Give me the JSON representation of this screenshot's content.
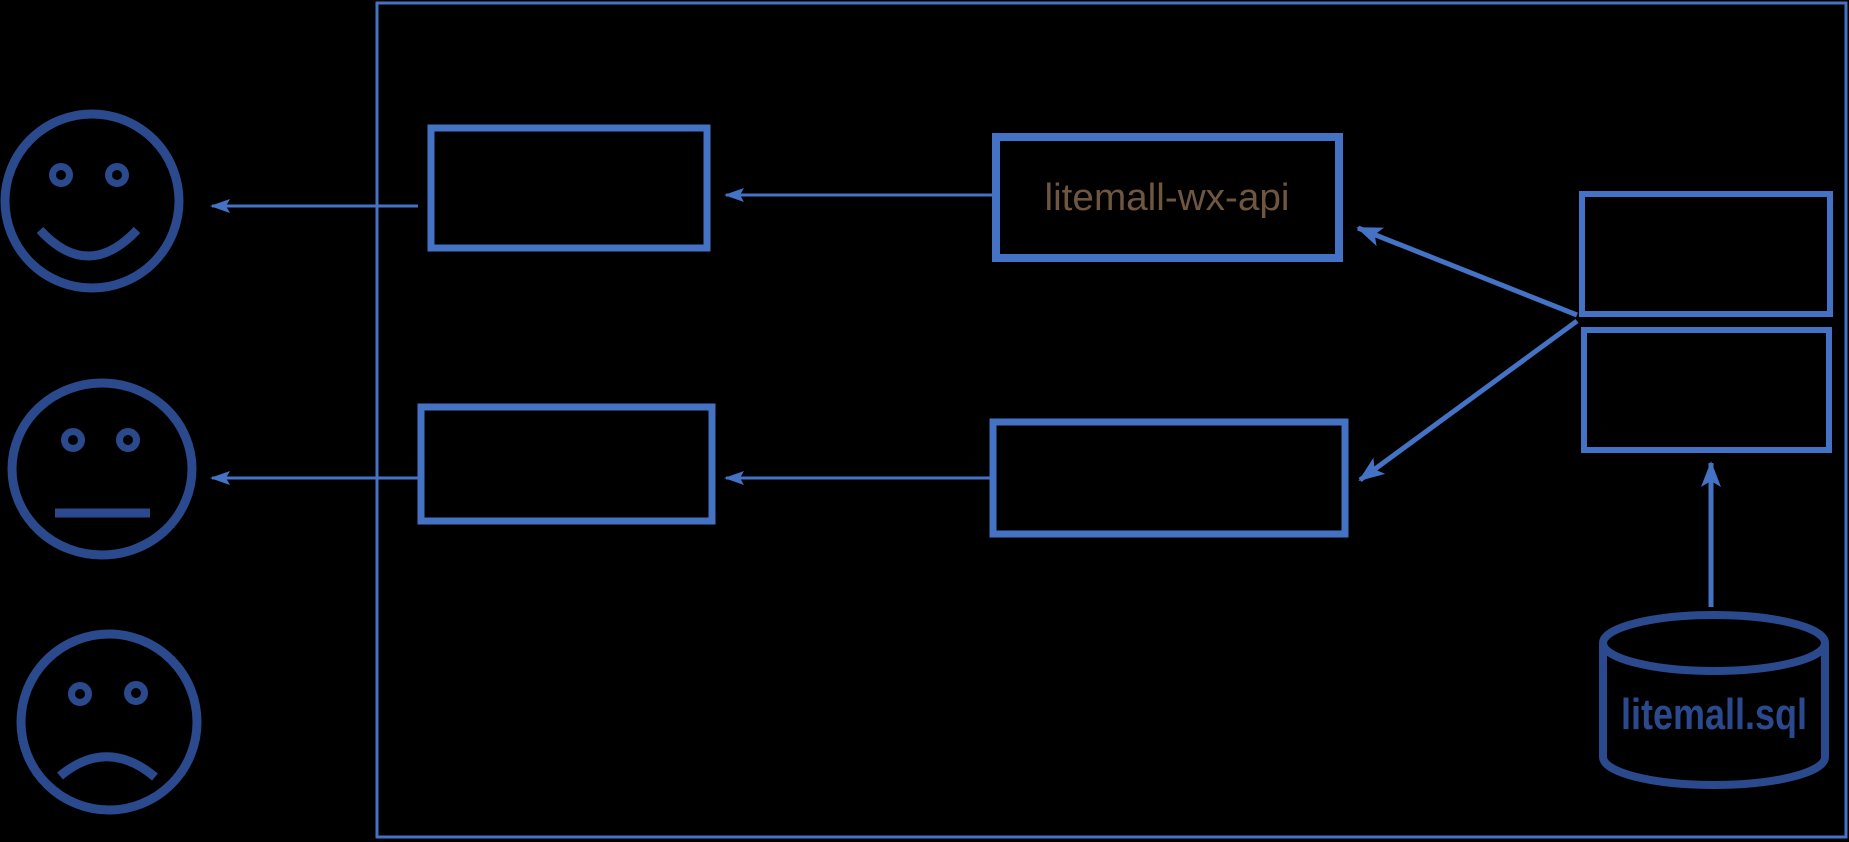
{
  "background_color": "#000000",
  "colors": {
    "box_and_arrow_blue": "#4472C4",
    "face_and_database_blue": "#2B4A8E",
    "wx_api_text_color": "#6F5640"
  },
  "labels": {
    "wx_api_box": "litemall-wx-api",
    "database": "litemall.sql"
  },
  "nodes": {
    "faces": [
      {
        "name": "happy-face",
        "expression": "happy"
      },
      {
        "name": "neutral-face",
        "expression": "neutral"
      },
      {
        "name": "sad-face",
        "expression": "sad"
      }
    ],
    "boxes": [
      {
        "name": "top-left-box",
        "label": ""
      },
      {
        "name": "bottom-left-box",
        "label": ""
      },
      {
        "name": "wx-api-box",
        "label": "litemall-wx-api"
      },
      {
        "name": "bottom-middle-box",
        "label": ""
      },
      {
        "name": "top-right-box",
        "label": ""
      },
      {
        "name": "bottom-right-box",
        "label": ""
      }
    ],
    "database": {
      "name": "database-cylinder",
      "label": "litemall.sql"
    }
  },
  "arrows": [
    {
      "from": "wx-api-box",
      "to": "top-left-box"
    },
    {
      "from": "top-left-box",
      "to": "happy-face"
    },
    {
      "from": "bottom-middle-box",
      "to": "bottom-left-box"
    },
    {
      "from": "bottom-left-box",
      "to": "neutral-face"
    },
    {
      "from": "right-boxes",
      "to": "wx-api-box"
    },
    {
      "from": "right-boxes",
      "to": "bottom-middle-box"
    },
    {
      "from": "database-cylinder",
      "to": "bottom-right-box"
    }
  ]
}
